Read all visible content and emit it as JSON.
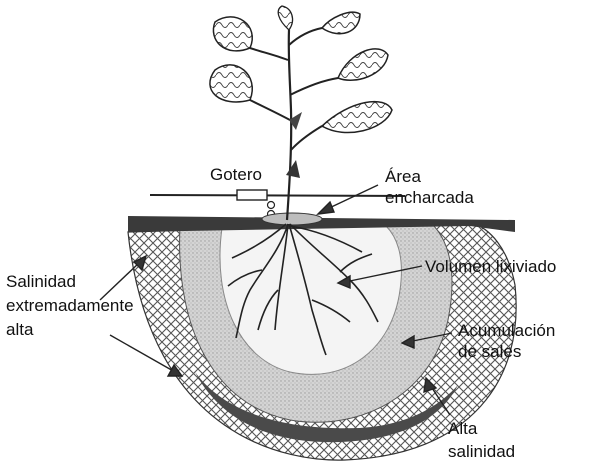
{
  "labels": {
    "gotero": "Gotero",
    "area_line1": "Área",
    "area_line2": "encharcada",
    "volumen": "Volumen lixiviado",
    "acumulacion_line1": "Acumulación",
    "acumulacion_line2": "de sales",
    "salinidad_line1": "Salinidad",
    "salinidad_line2": "extremadamente",
    "salinidad_line3": "alta",
    "alta_line1": "Alta",
    "alta_line2": "salinidad"
  },
  "colors": {
    "ink": "#222222",
    "text": "#111111",
    "high_salinity_band": "#4a4a4a",
    "leached_zone": "#f2f2f2",
    "accumulation_zone": "#c8c8c8",
    "mesh": "#555555"
  }
}
